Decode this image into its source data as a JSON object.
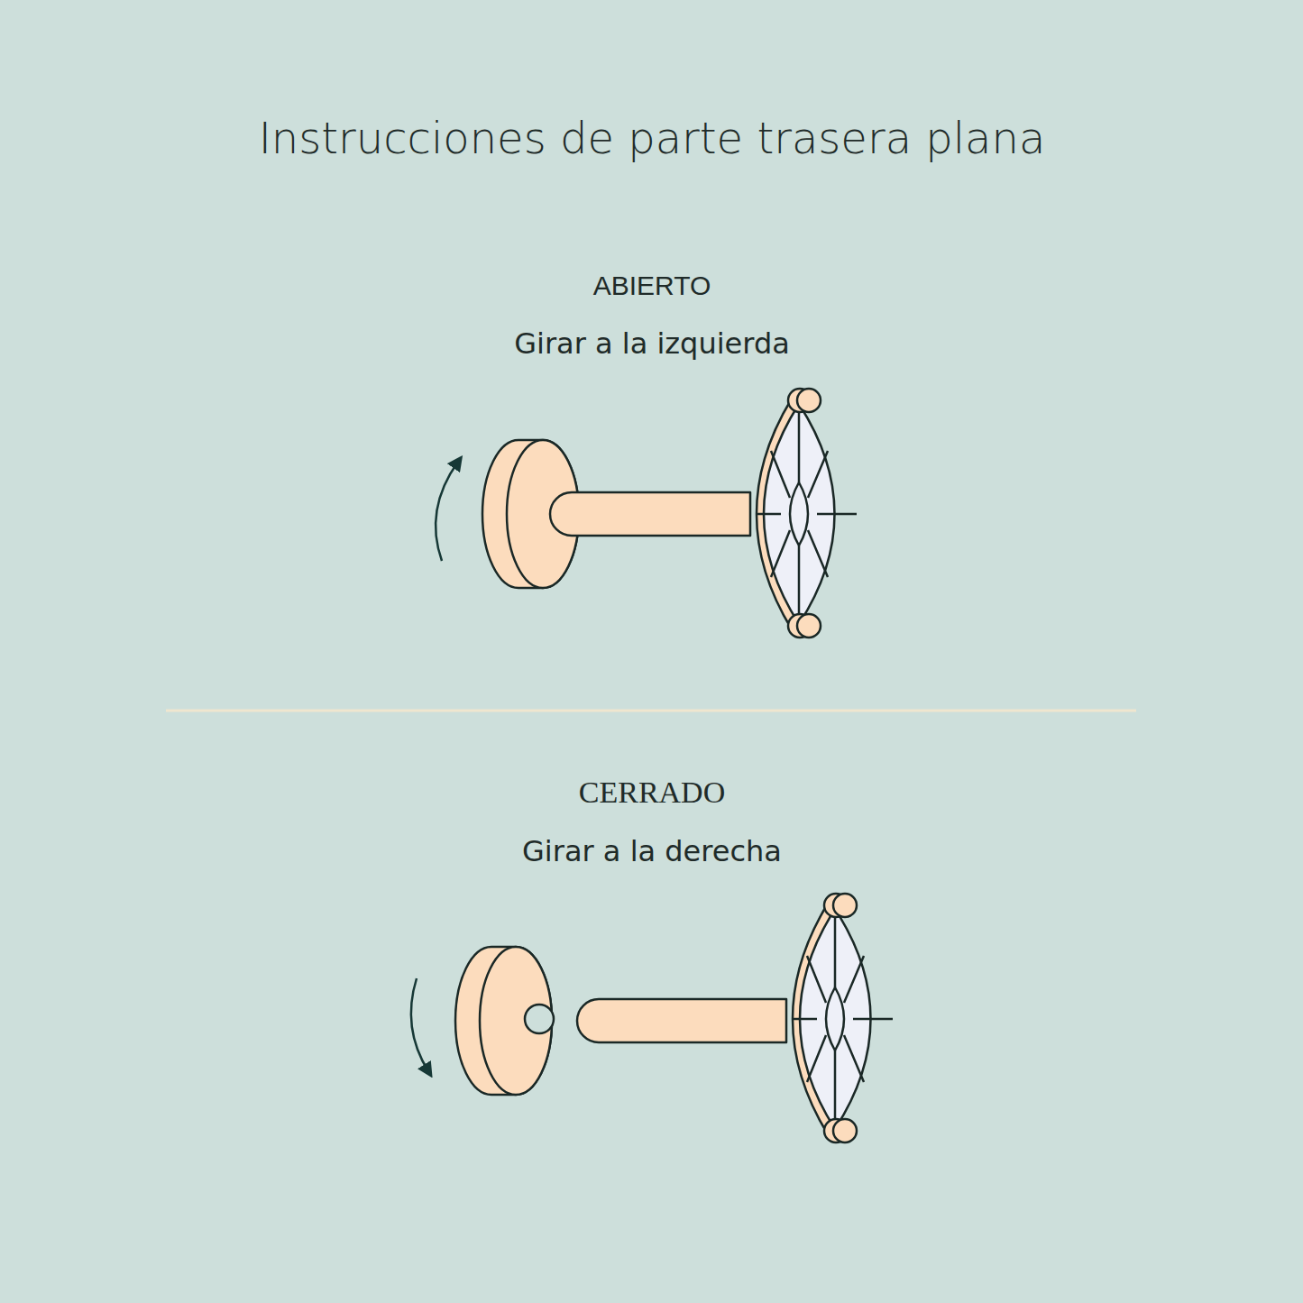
{
  "diagram": {
    "title": "Instrucciones de parte trasera plana",
    "labels": [
      "ABIERTO",
      "Girar a la izquierda",
      "CERRADO",
      "Girar a la derecha"
    ]
  }
}
